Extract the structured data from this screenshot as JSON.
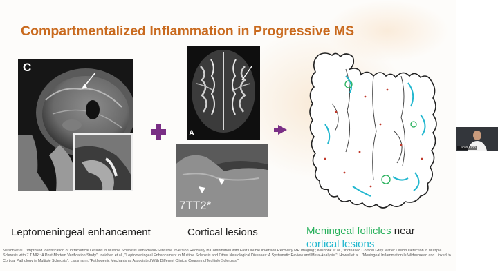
{
  "slide": {
    "title": "Compartmentalized Inflammation in Progressive MS",
    "panel_c_letter": "C",
    "panel_a_letter": "A",
    "mri_7t_label": "7TT2*",
    "captions": {
      "leptomeningeal": "Leptomeningeal enhancement",
      "cortical": "Cortical lesions",
      "follicles_green": "Meningeal follicles",
      "follicles_near": " near",
      "follicles_cyan": "cortical lesions"
    },
    "references": "Nelson et al., \"Improved Identification of Intracortical Lesions in Multiple Sclerosis with Phase-Sensitive Inversion Recovery in Combination with Fast Double Inversion Recovery MR Imaging\"; Kilsdonk et al., \"Increased Cortical Grey Matter Lesion Detection in Multiple Sclerosis with 7 T MRI: A Post-Mortem Verification Study\"; Ineichen et al., \"Leptomeningeal Enhancement in Multiple Sclerosis and Other Neurological Diseases: A Systematic Review and Meta-Analysis.\"; Howell et al., \"Meningeal Inflammation Is Widespread and Linked to Cortical Pathology in Multiple Sclerosis\"; Lassmann, \"Pathogenic Mechanisms Associated With Different Clinical Courses of Multiple Sclerosis.\"",
    "colors": {
      "title": "#c96a1e",
      "accent": "#7a2f86",
      "follicle_green": "#26b05a",
      "lesion_cyan": "#22b7cf",
      "dot_red": "#c0392b"
    }
  },
  "webcam": {
    "name": "Lucas Kipp"
  }
}
